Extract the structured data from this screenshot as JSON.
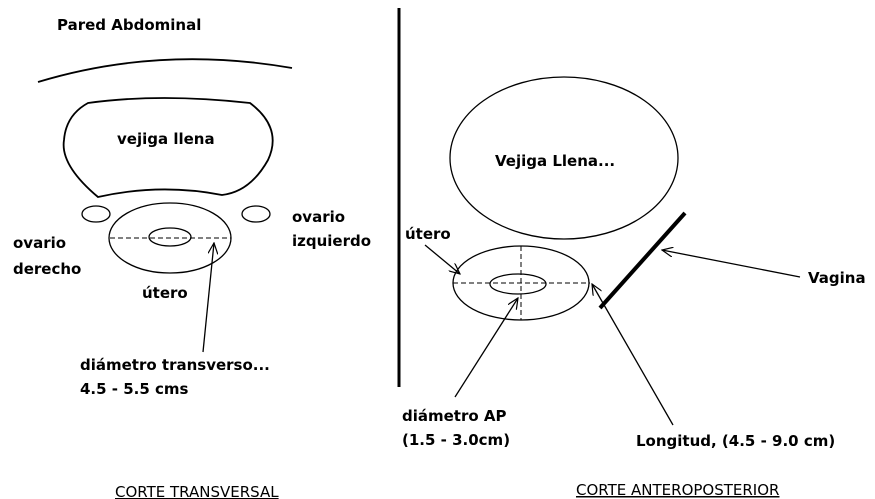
{
  "left": {
    "wall_label": "Pared Abdominal",
    "bladder_label": "vejiga llena",
    "right_ovary_label": [
      "ovario",
      "derecho"
    ],
    "left_ovary_label": [
      "ovario",
      "izquierdo"
    ],
    "uterus_label": "útero",
    "diameter_label": [
      "diámetro transverso...",
      "4.5 - 5.5 cms"
    ],
    "caption": "CORTE TRANSVERSAL"
  },
  "right": {
    "bladder_label": "Vejiga Llena...",
    "uterus_label": "útero",
    "vagina_label": "Vagina",
    "ap_label": [
      "diámetro AP",
      "(1.5 - 3.0cm)"
    ],
    "length_label": "Longitud, (4.5 - 9.0 cm)",
    "caption": "CORTE ANTEROPOSTERIOR"
  }
}
